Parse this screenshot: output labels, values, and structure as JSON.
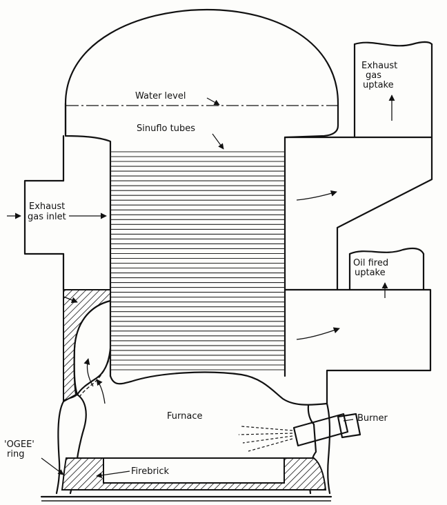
{
  "labels": {
    "water_level": "Water level",
    "sinuflo_tubes": "Sinuflo tubes",
    "exhaust_uptake": [
      "Exhaust",
      "gas",
      "uptake"
    ],
    "exhaust_inlet": [
      "Exhaust",
      "gas inlet"
    ],
    "oil_uptake": [
      "Oil fired",
      "uptake"
    ],
    "furnace": "Furnace",
    "burner": "Burner",
    "ogee_ring": [
      "'OGEE'",
      "ring"
    ],
    "firebrick": "Firebrick"
  }
}
